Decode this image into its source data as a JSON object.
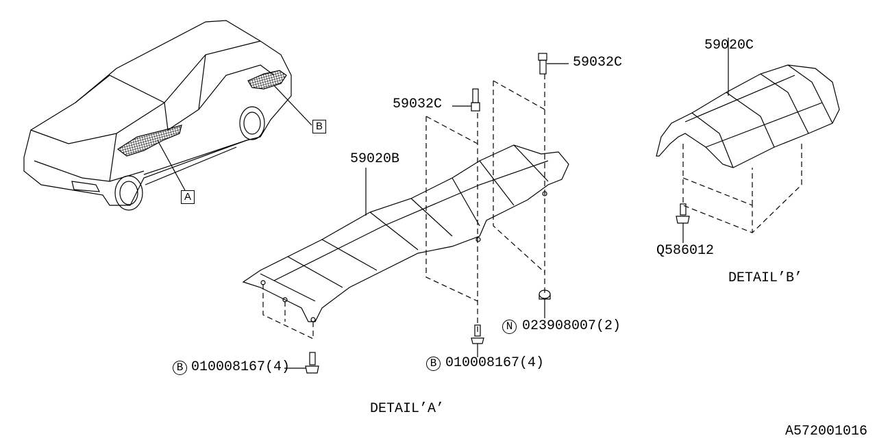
{
  "callouts": {
    "ref_a": "A",
    "ref_b": "B",
    "spacer_right": "59032C",
    "spacer_left": "59032C",
    "cover_b": "59020B",
    "cover_c": "59020C",
    "bolt_q": "Q586012",
    "nut": {
      "symbol": "N",
      "part": "023908007(2)"
    },
    "bolt_center": {
      "symbol": "B",
      "part": "010008167(4)"
    },
    "bolt_left": {
      "symbol": "B",
      "part": "010008167(4)"
    }
  },
  "captions": {
    "detail_a": "DETAIL’A’",
    "detail_b": "DETAIL’B’"
  },
  "figure_id": "A572001016"
}
